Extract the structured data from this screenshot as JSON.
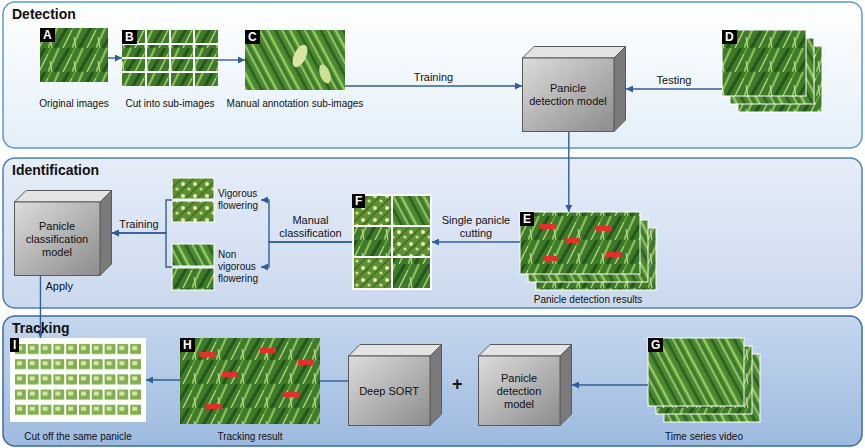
{
  "diagram": {
    "nodes": [
      {
        "text": [
          "Detection"
        ]
      },
      {
        "text": [
          "A",
          "Original images"
        ],
        "in": 0
      },
      {
        "text": [
          "B",
          "Cut into sub-images"
        ],
        "in": 0
      },
      {
        "text": [
          "C",
          "Manual annotation sub-images"
        ],
        "in": 0
      },
      {
        "text": [
          "Panicle detection model"
        ],
        "in": 0
      },
      {
        "text": [
          "D"
        ],
        "in": 0
      },
      {
        "text": [
          "Identification"
        ]
      },
      {
        "text": [
          "E",
          "Panicle detection results"
        ],
        "in": 6
      },
      {
        "text": [
          "F"
        ],
        "in": 6
      },
      {
        "text": [
          "Vigorous flowering"
        ],
        "in": 6
      },
      {
        "text": [
          "Non vigorous flowering"
        ],
        "in": 6
      },
      {
        "text": [
          "Panicle classification model"
        ],
        "in": 6
      },
      {
        "text": [
          "Tracking"
        ]
      },
      {
        "text": [
          "I",
          "Cut off the same panicle"
        ],
        "in": 12
      },
      {
        "text": [
          "H",
          "Tracking result"
        ],
        "in": 12
      },
      {
        "text": [
          "Deep SORT"
        ],
        "in": 12
      },
      {
        "text": [
          "Panicle detection model"
        ],
        "in": 12
      },
      {
        "text": [
          "G",
          "Time series video"
        ],
        "in": 12
      }
    ],
    "edges": [
      {
        "from": 1,
        "to": 2,
        "arrow": "to"
      },
      {
        "from": 2,
        "to": 3,
        "arrow": "to"
      },
      {
        "from": 3,
        "to": 4,
        "label": "Training",
        "arrow": "to"
      },
      {
        "from": 5,
        "to": 4,
        "label": "Testing",
        "arrow": "to"
      },
      {
        "from": 4,
        "to": 7,
        "arrow": "to"
      },
      {
        "from": 7,
        "to": 8,
        "label": "Single panicle cutting",
        "arrow": "to"
      },
      {
        "from": 8,
        "to": 9,
        "label": "Manual classification",
        "arrow": "to"
      },
      {
        "from": 8,
        "to": 10,
        "arrow": "to"
      },
      {
        "from": 9,
        "to": 11,
        "label": "Training",
        "arrow": "to"
      },
      {
        "from": 10,
        "to": 11,
        "arrow": "to"
      },
      {
        "from": 11,
        "to": 13,
        "label": "Apply",
        "arrow": "to"
      },
      {
        "from": 17,
        "to": 16,
        "arrow": "to"
      },
      {
        "from": 15,
        "to": 14,
        "arrow": "none"
      },
      {
        "from": 14,
        "to": 13,
        "arrow": "to"
      }
    ],
    "labels": [
      "+"
    ]
  }
}
